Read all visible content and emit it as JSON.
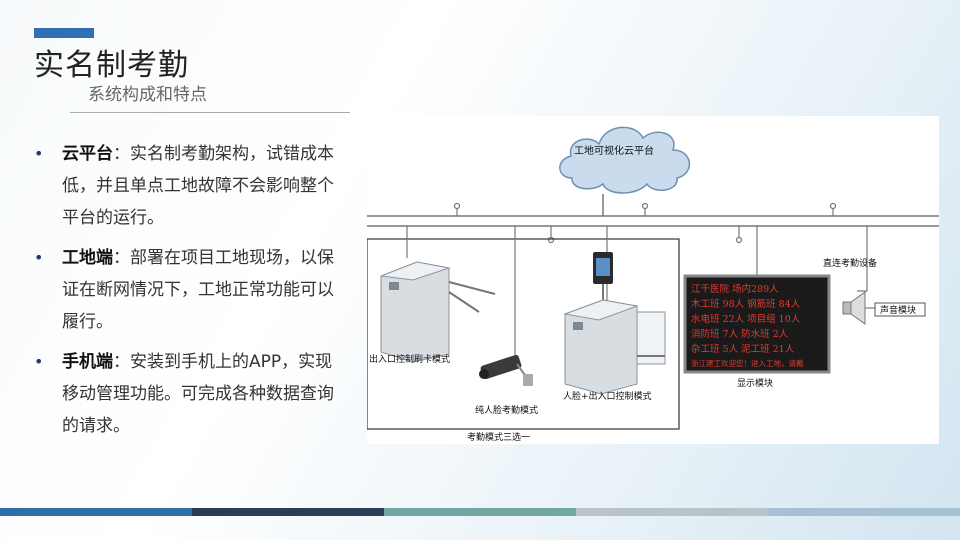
{
  "slide": {
    "title": "实名制考勤",
    "subtitle": "系统构成和特点"
  },
  "bullets": [
    {
      "head": "云平台",
      "sep": "：",
      "body": "实名制考勤架构，试错成本低，并且单点工地故障不会影响整个平台的运行。"
    },
    {
      "head": "工地端",
      "sep": "：",
      "body": "部署在项目工地现场，以保证在断网情况下，工地正常功能可以履行。"
    },
    {
      "head": "手机端",
      "sep": "：",
      "body": "安装到手机上的APP，实现移动管理功能。可完成各种数据查询的请求。"
    }
  ],
  "diagram": {
    "cloud_label": "工地可视化云平台",
    "direct_device_label": "直连考勤设备",
    "speaker_label": "声音模块",
    "display_label": "显示模块",
    "card_mode_label": "出入口控制刷卡模式",
    "face_only_label": "纯人脸考勤模式",
    "face_gate_label": "人脸+出入口控制模式",
    "mode_caption": "考勤模式三选一",
    "led_lines": [
      "  江千医院  场内289人",
      "木工班  98人 钢筋班  84人",
      "水电班  22人 项目组  10人",
      "消防班   7人 防水班   2人",
      "杂工班   5人 泥工班  21人",
      "浙江建工欢迎您！进入工地，请戴"
    ]
  },
  "colors": {
    "accent": "#2f6fb2",
    "footer": [
      "#2e6fa8",
      "#2c3e57",
      "#6fa7a3",
      "#b7c4c8",
      "#a7c0d3"
    ]
  }
}
